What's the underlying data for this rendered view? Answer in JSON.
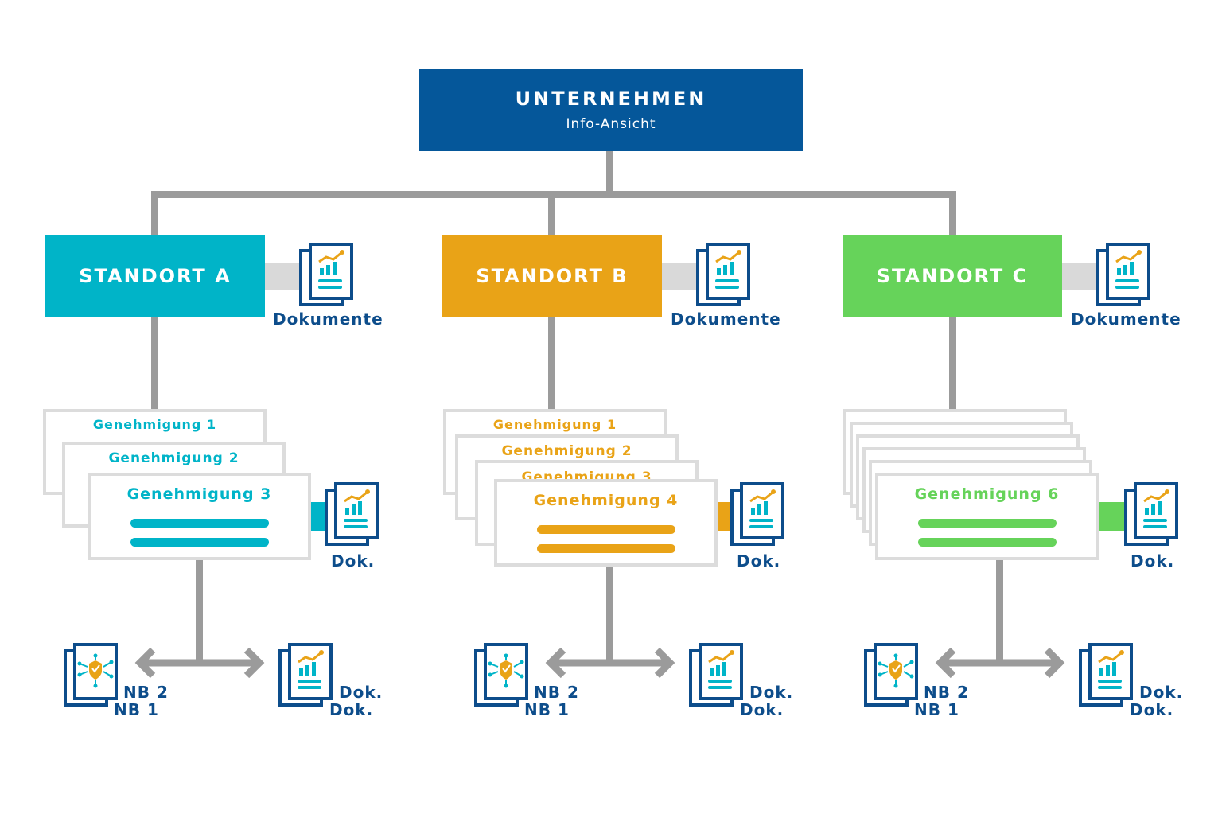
{
  "top": {
    "title": "UNTERNEHMEN",
    "subtitle": "Info-Ansicht"
  },
  "colors": {
    "top": "#05579a",
    "a": "#00b4c8",
    "b": "#e9a317",
    "c": "#66d35a",
    "navy": "#0d4d8b",
    "connector": "#9b9b9b"
  },
  "icons": {
    "doc": "document-chart-icon",
    "nb": "document-network-shield-icon",
    "arrow": "double-arrow-icon"
  },
  "sites": [
    {
      "name": "STANDORT A",
      "docs_label": "Dokumente",
      "permits": [
        "Genehmigung 1",
        "Genehmigung 2",
        "Genehmigung 3"
      ],
      "dok_label": "Dok.",
      "nb": [
        "NB 2",
        "NB 1"
      ],
      "doks": [
        "Dok.",
        "Dok."
      ]
    },
    {
      "name": "STANDORT B",
      "docs_label": "Dokumente",
      "permits": [
        "Genehmigung 1",
        "Genehmigung 2",
        "Genehmigung 3",
        "Genehmigung 4"
      ],
      "dok_label": "Dok.",
      "nb": [
        "NB 2",
        "NB 1"
      ],
      "doks": [
        "Dok.",
        "Dok."
      ]
    },
    {
      "name": "STANDORT C",
      "docs_label": "Dokumente",
      "permits": [
        "Genehmigung 6"
      ],
      "dok_label": "Dok.",
      "nb": [
        "NB 2",
        "NB 1"
      ],
      "doks": [
        "Dok.",
        "Dok."
      ]
    }
  ]
}
